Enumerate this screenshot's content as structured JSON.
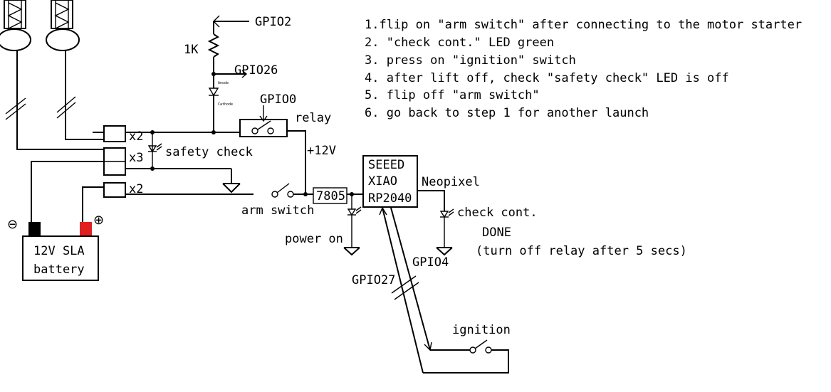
{
  "colors": {
    "wire": "#000000",
    "battery_neg_terminal": "#000000",
    "battery_pos_terminal": "#e02020",
    "background": "#ffffff"
  },
  "icons": {
    "battery_negative": "⊖",
    "battery_positive": "⊕"
  },
  "labels": {
    "gpio2": "GPIO2",
    "resistor": "1K",
    "gpio26": "GPIO26",
    "gpio0": "GPIO0",
    "relay": "relay",
    "plus12v": "+12V",
    "safety_check": "safety check",
    "x2_top": "x2",
    "x3": "x3",
    "x2_bottom": "x2",
    "arm_switch": "arm switch",
    "regulator": "7805",
    "power_on": "power on",
    "mcu_line1": "SEEED",
    "mcu_line2": "XIAO",
    "mcu_line3": "RP2040",
    "neopixel": "Neopixel",
    "check_cont": "check cont.",
    "done": "DONE",
    "done_note": "(turn off relay after 5 secs)",
    "gpio27": "GPIO27",
    "gpio4": "GPIO4",
    "ignition": "ignition",
    "battery_line1": "12V SLA",
    "battery_line2": "battery",
    "led_anode": "Anode",
    "led_cathode": "Cathode"
  },
  "steps": [
    "1.flip on \"arm switch\" after connecting to the motor starter",
    "2. \"check cont.\" LED green",
    "3. press on \"ignition\" switch",
    "4. after lift off, check \"safety check\" LED is off",
    "5. flip off \"arm switch\"",
    "6. go back to step 1 for another launch"
  ]
}
